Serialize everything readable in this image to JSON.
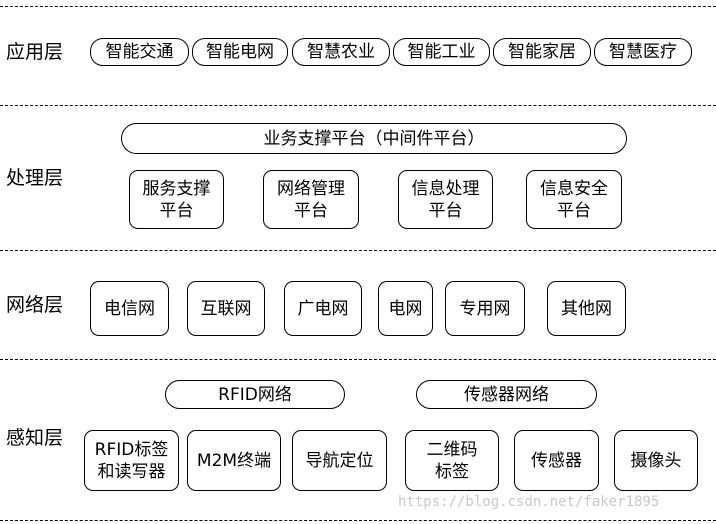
{
  "layers": {
    "application": {
      "label": "应用层",
      "items": [
        "智能交通",
        "智能电网",
        "智慧农业",
        "智能工业",
        "智能家居",
        "智慧医疗"
      ]
    },
    "processing": {
      "label": "处理层",
      "support_bar": "业务支撑平台（中间件平台）",
      "items": [
        "服务支撑\n平台",
        "网络管理\n平台",
        "信息处理\n平台",
        "信息安全\n平台"
      ]
    },
    "network": {
      "label": "网络层",
      "items": [
        "电信网",
        "互联网",
        "广电网",
        "电网",
        "专用网",
        "其他网"
      ]
    },
    "perception": {
      "label": "感知层",
      "rfid_network": "RFID网络",
      "sensor_network": "传感器网络",
      "items": [
        "RFID标签\n和读写器",
        "M2M终端",
        "导航定位",
        "二维码\n标签",
        "传感器",
        "摄像头"
      ]
    }
  },
  "watermark": "https://blog.csdn.net/faker1895"
}
